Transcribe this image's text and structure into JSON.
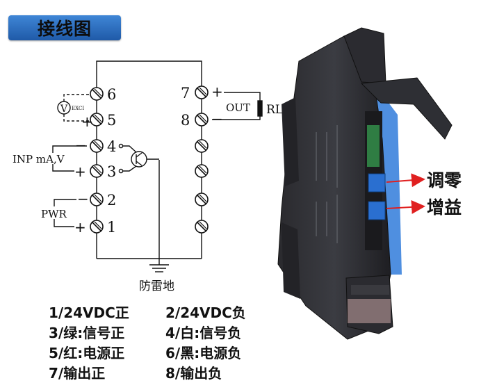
{
  "header": {
    "title": "接线图"
  },
  "diagram": {
    "input_label": "INP mA,V",
    "power_label": "PWR",
    "voltmeter_symbol": "V",
    "excitation_label": "EXCI",
    "output_label": "OUT",
    "load_label": "RL",
    "ground_label": "防雷地",
    "terminals_left": [
      "6",
      "5",
      "4",
      "3",
      "2",
      "1"
    ],
    "terminals_right": [
      "7",
      "8"
    ],
    "signs": {
      "plus": "+",
      "minus": "−"
    }
  },
  "device": {
    "callout_zero": "调零",
    "callout_gain": "增益",
    "accent_color": "#4f8fe0",
    "arrow_color": "#e02020"
  },
  "legend": [
    "1/24VDC正",
    "2/24VDC负",
    "3/绿:信号正",
    "4/白:信号负",
    "5/红:电源正",
    "6/黑:电源负",
    "7/输出正",
    "8/输出负"
  ]
}
